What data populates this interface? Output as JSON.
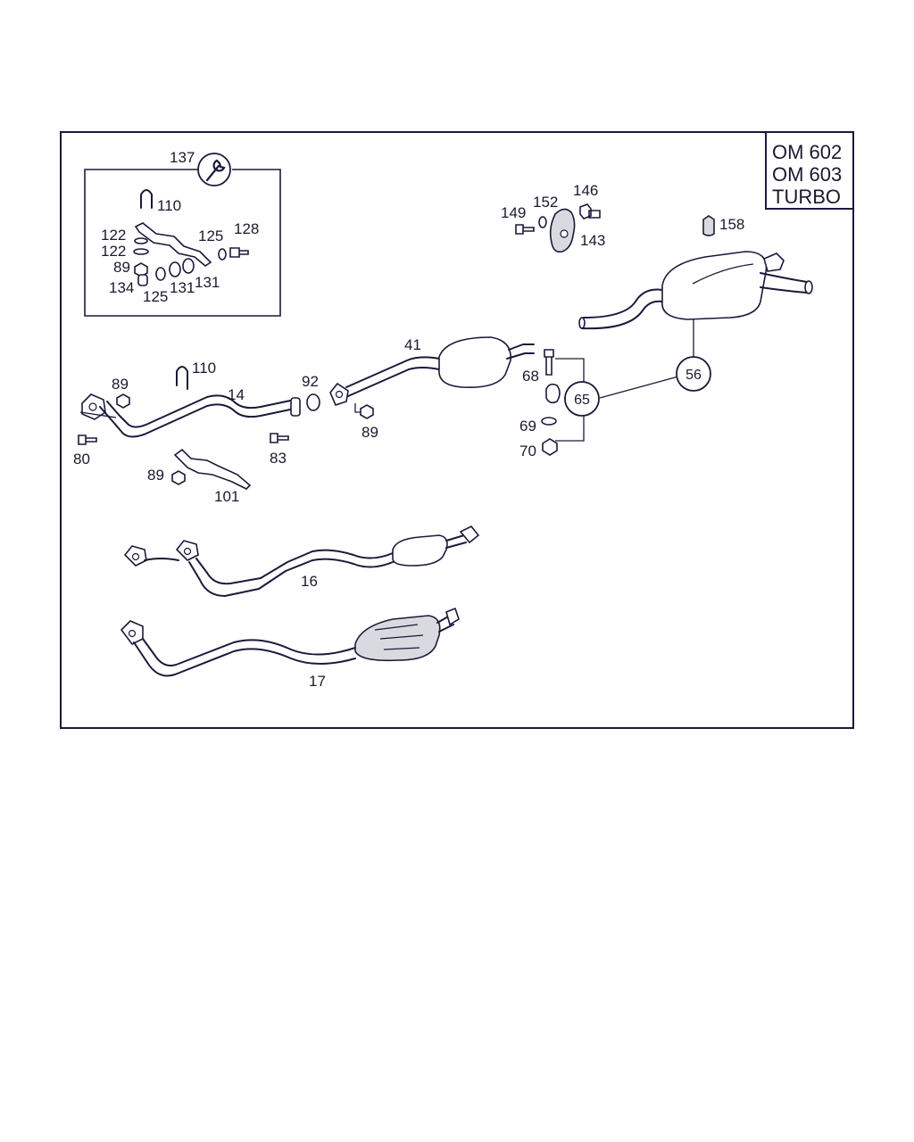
{
  "engine_box": {
    "line1": "OM 602",
    "line2": "OM 603",
    "line3": "TURBO"
  },
  "kit": {
    "ref": "137",
    "labels": {
      "l110": "110",
      "l122a": "122",
      "l122b": "122",
      "l89": "89",
      "l134": "134",
      "l125a": "125",
      "l128": "128",
      "l125b": "125",
      "l131a": "131",
      "l131b": "131"
    }
  },
  "mounts": {
    "l149": "149",
    "l152": "152",
    "l146": "146",
    "l143": "143",
    "l158": "158"
  },
  "front_pipe": {
    "l89a": "89",
    "l110": "110",
    "l14": "14",
    "l92": "92",
    "l80": "80",
    "l83": "83",
    "l89b": "89",
    "l101": "101"
  },
  "mid_section": {
    "l41": "41",
    "l89": "89",
    "l68": "68",
    "l69": "69",
    "l70": "70",
    "c65": "65",
    "c56": "56"
  },
  "variants": {
    "l16": "16",
    "l17": "17"
  }
}
